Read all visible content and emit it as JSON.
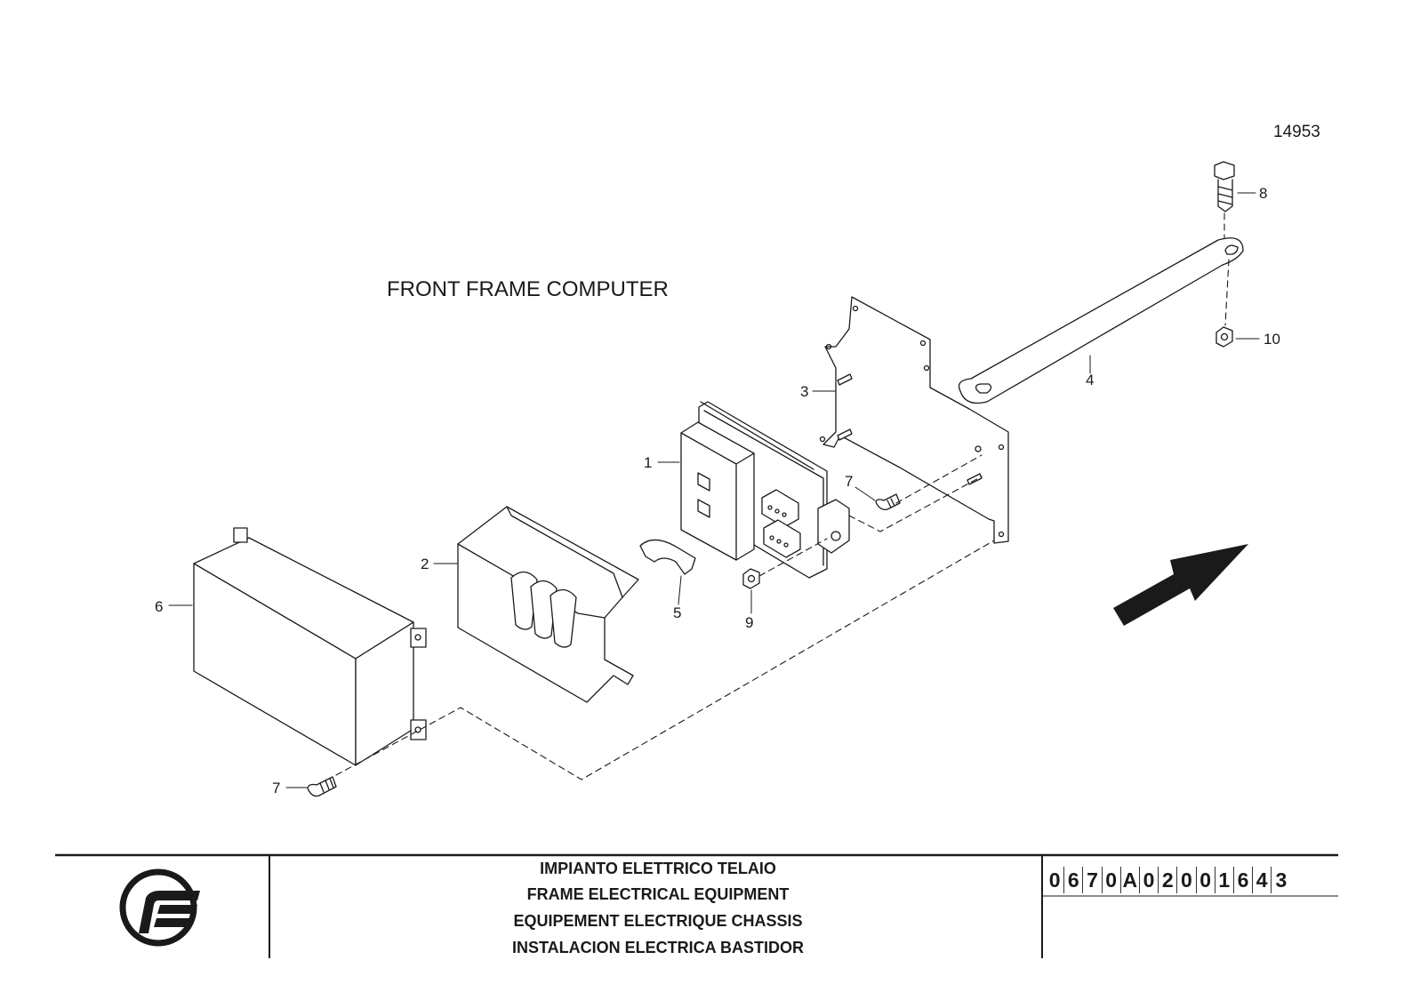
{
  "drawing": {
    "reference_number": "14953",
    "section_title": "FRONT FRAME COMPUTER",
    "callouts": {
      "c1": "1",
      "c2": "2",
      "c3": "3",
      "c4": "4",
      "c5": "5",
      "c6": "6",
      "c7a": "7",
      "c7b": "7",
      "c8": "8",
      "c9": "9",
      "c10": "10"
    }
  },
  "title_block": {
    "lines": [
      "IMPIANTO ELETTRICO TELAIO",
      "FRAME ELECTRICAL EQUIPMENT",
      "EQUIPEMENT ELECTRIQUE CHASSIS",
      "INSTALACION ELECTRICA BASTIDOR"
    ],
    "part_number_chars": [
      "0",
      "6",
      "7",
      "0",
      "A",
      "0",
      "2",
      "0",
      "0",
      "1",
      "6",
      "4",
      "3"
    ]
  },
  "colors": {
    "ink": "#1a1a1a",
    "arrow": "#1a1a1a",
    "paper": "#ffffff"
  },
  "icons": {
    "logo": "company-logo",
    "direction": "direction-arrow-icon"
  }
}
